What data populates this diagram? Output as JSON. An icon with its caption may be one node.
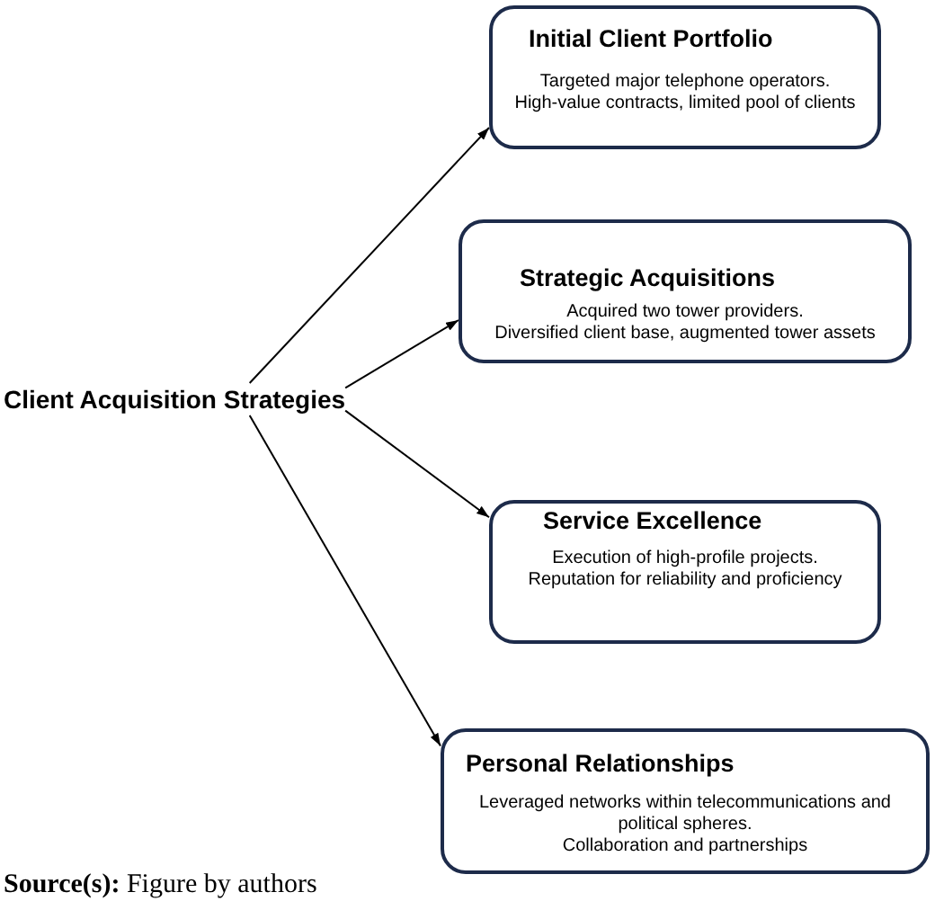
{
  "diagram": {
    "caption": "**Source(s):** Figure by authors",
    "nodes": [
      {
        "text": [
          "Client Acquisition Strategies"
        ]
      },
      {
        "text": [
          "Initial Client Portfolio",
          "Targeted major telephone operators.",
          "High-value contracts, limited pool of clients"
        ]
      },
      {
        "text": [
          "Strategic Acquisitions",
          "Acquired two tower providers.",
          "Diversified client base, augmented tower assets"
        ]
      },
      {
        "text": [
          "Service Excellence",
          "Execution of high-profile projects.",
          "Reputation for reliability and proficiency"
        ]
      },
      {
        "text": [
          "Personal Relationships",
          "Leveraged networks within telecommunications and political spheres.",
          "Collaboration and partnerships"
        ]
      }
    ],
    "edges": [
      {
        "from": 0,
        "to": 1,
        "arrow": "to"
      },
      {
        "from": 0,
        "to": 2,
        "arrow": "to"
      },
      {
        "from": 0,
        "to": 3,
        "arrow": "to"
      },
      {
        "from": 0,
        "to": 4,
        "arrow": "to"
      }
    ]
  }
}
